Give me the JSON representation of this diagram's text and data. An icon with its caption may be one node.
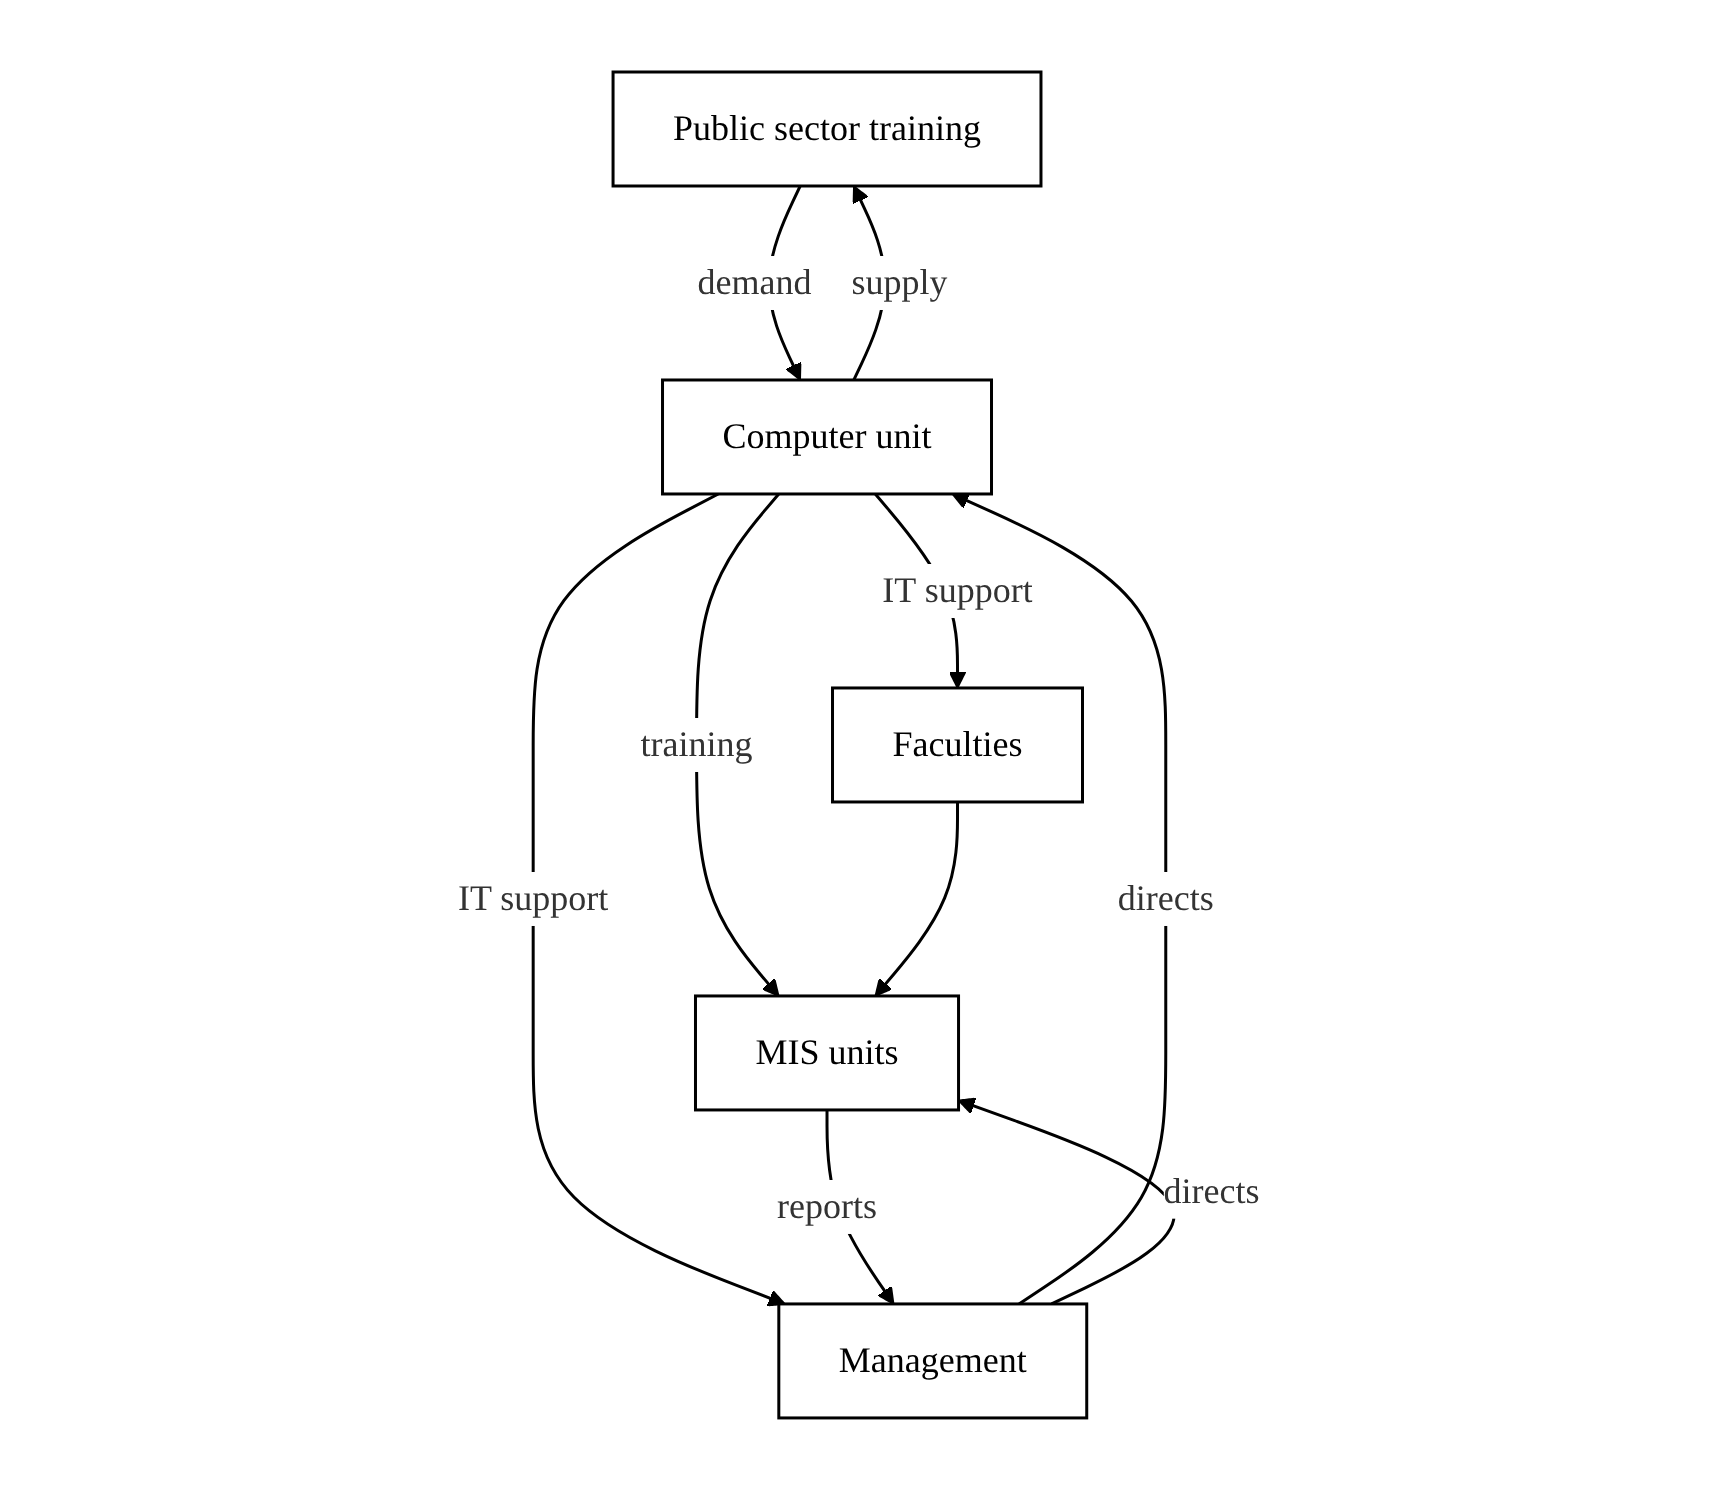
{
  "diagram": {
    "nodes": [
      {
        "text": [
          "Public sector training"
        ]
      },
      {
        "text": [
          "Computer unit"
        ]
      },
      {
        "text": [
          "Faculties"
        ]
      },
      {
        "text": [
          "Management"
        ]
      },
      {
        "text": [
          "MIS units"
        ]
      }
    ],
    "edges": [
      {
        "from": 1,
        "to": 0,
        "arrow": "to",
        "label": "supply"
      },
      {
        "from": 0,
        "to": 1,
        "arrow": "to",
        "label": "demand"
      },
      {
        "from": 1,
        "to": 2,
        "arrow": "to",
        "label": "IT support"
      },
      {
        "from": 1,
        "to": 3,
        "arrow": "to",
        "label": "IT support"
      },
      {
        "from": 3,
        "to": 1,
        "arrow": "to",
        "label": "directs"
      },
      {
        "from": 1,
        "to": 4,
        "arrow": "to",
        "label": "training"
      },
      {
        "from": 2,
        "to": 4,
        "arrow": "to"
      },
      {
        "from": 4,
        "to": 3,
        "arrow": "to",
        "label": "reports"
      },
      {
        "from": 3,
        "to": 4,
        "arrow": "to",
        "label": "directs"
      }
    ]
  }
}
